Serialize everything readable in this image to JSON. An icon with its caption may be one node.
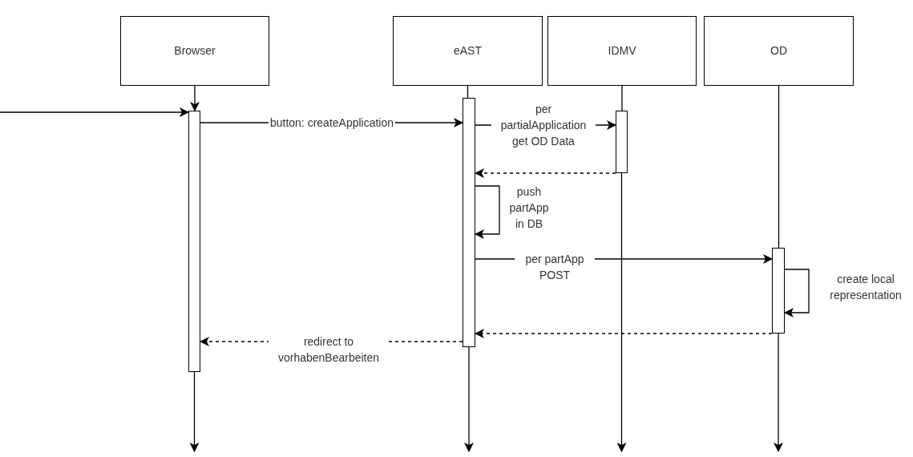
{
  "diagram": {
    "nodes": [
      {
        "text": [
          "Browser"
        ]
      },
      {
        "text": [
          "eAST"
        ]
      },
      {
        "text": [
          "IDMV"
        ]
      },
      {
        "text": [
          "OD"
        ]
      },
      {
        "text": [],
        "shape": "bar"
      },
      {
        "text": [],
        "shape": "bar"
      },
      {
        "text": [],
        "shape": "bar"
      },
      {
        "text": [],
        "shape": "bar"
      }
    ],
    "edges": [
      {
        "from": 0,
        "to": 4,
        "arrow": "to"
      },
      {
        "from": 1,
        "to": 5,
        "arrow": "none"
      },
      {
        "from": 2,
        "to": 6,
        "arrow": "none"
      },
      {
        "from": 3,
        "to": 7,
        "arrow": "none"
      },
      {
        "from": 4,
        "to": null,
        "arrow": "to"
      },
      {
        "from": 5,
        "to": null,
        "arrow": "to"
      },
      {
        "from": 6,
        "to": null,
        "arrow": "to"
      },
      {
        "from": 7,
        "to": null,
        "arrow": "to"
      },
      {
        "from": null,
        "to": 4,
        "arrow": "to"
      },
      {
        "from": 4,
        "to": 5,
        "label": "button: createApplication",
        "arrow": "to"
      },
      {
        "from": 5,
        "to": 6,
        "label": "per partialApplication get OD Data",
        "arrow": "to"
      },
      {
        "from": 6,
        "to": 5,
        "arrow": "to",
        "style": "dashed"
      },
      {
        "from": 5,
        "to": 5,
        "label": "push partApp in DB",
        "arrow": "to"
      },
      {
        "from": 5,
        "to": 7,
        "label": "per partApp POST",
        "arrow": "to"
      },
      {
        "from": 7,
        "to": 7,
        "label": "create local representation",
        "arrow": "to"
      },
      {
        "from": 7,
        "to": 5,
        "arrow": "to",
        "style": "dashed"
      },
      {
        "from": 5,
        "to": 4,
        "label": "redirect to vorhabenBearbeiten",
        "arrow": "to",
        "style": "dashed"
      }
    ]
  }
}
